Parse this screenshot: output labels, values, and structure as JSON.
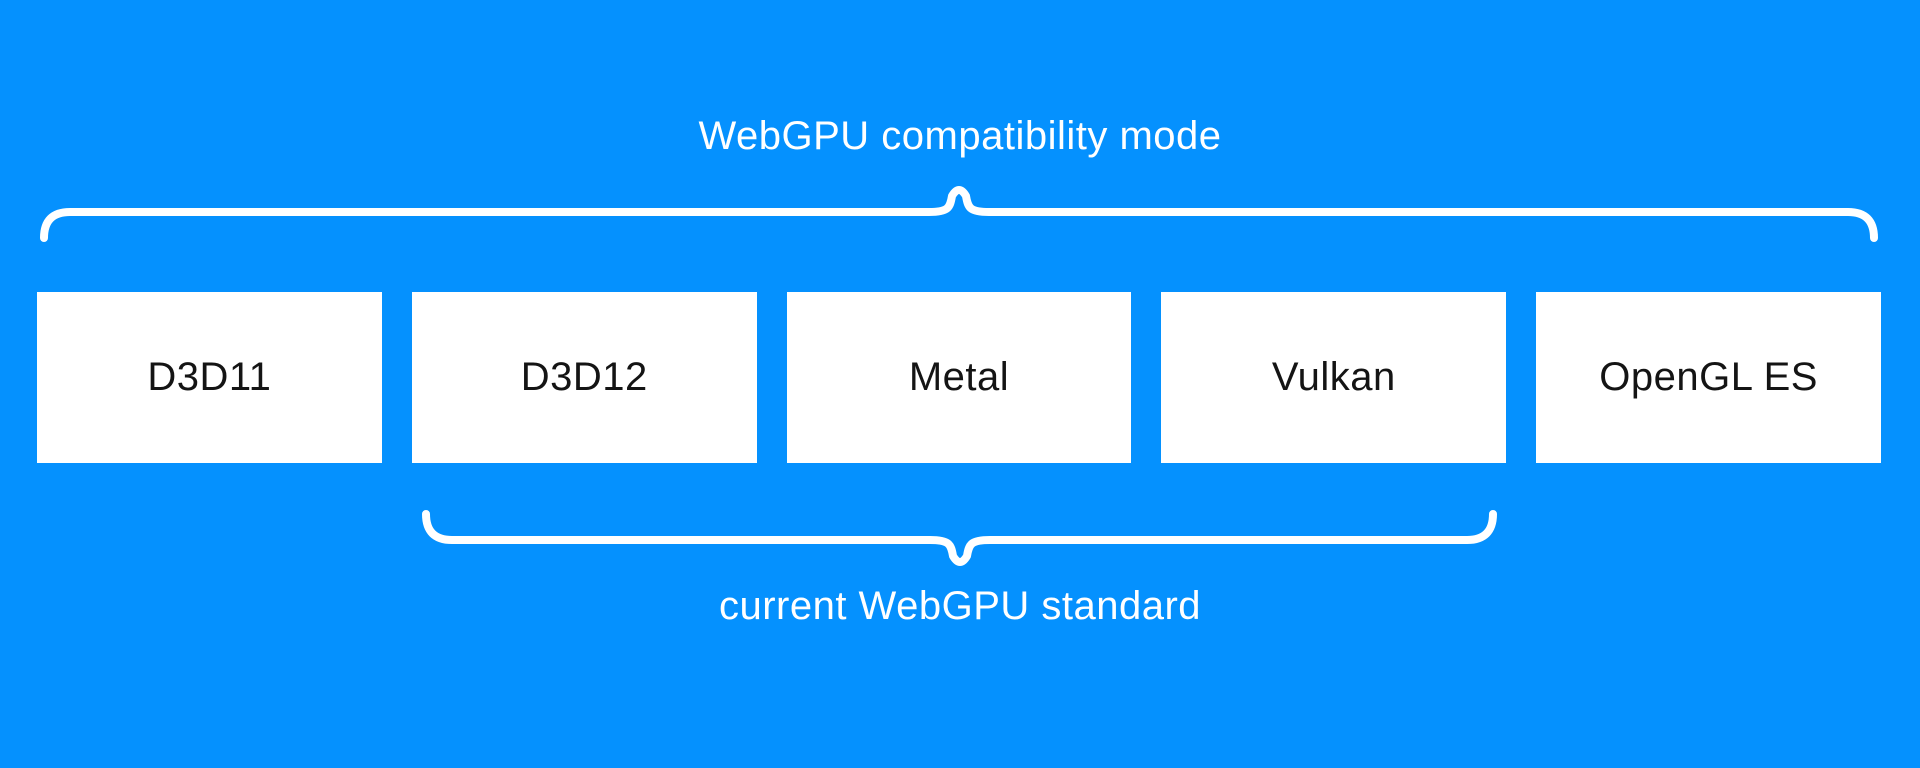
{
  "diagram": {
    "title": "WebGPU compatibility mode",
    "subtitle": "current WebGPU standard",
    "colors": {
      "background": "#0591fe",
      "brace": "#ffffff",
      "caption_text": "#ffffff",
      "box_fill": "#ffffff",
      "box_text": "#141414"
    },
    "backends": [
      {
        "label": "D3D11"
      },
      {
        "label": "D3D12"
      },
      {
        "label": "Metal"
      },
      {
        "label": "Vulkan"
      },
      {
        "label": "OpenGL ES"
      }
    ],
    "top_brace_spans": "all five backends",
    "bottom_brace_spans": "D3D12, Metal, Vulkan"
  }
}
